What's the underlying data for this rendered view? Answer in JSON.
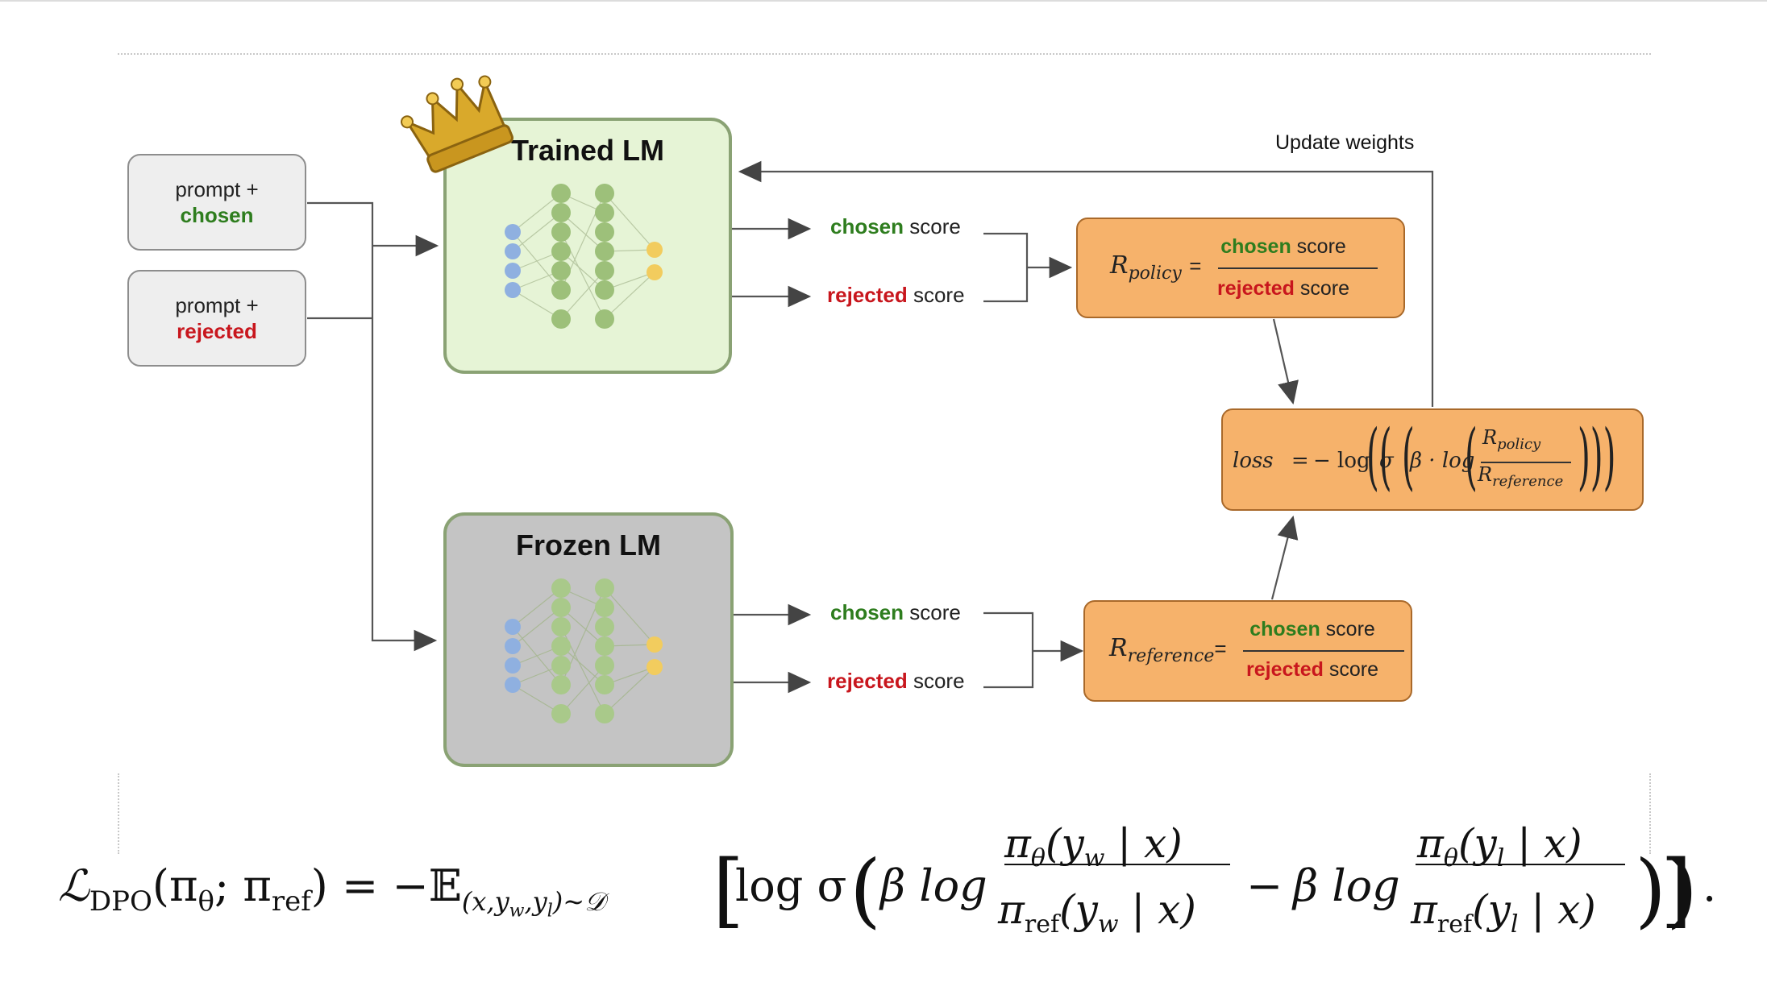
{
  "prompt_chosen": {
    "line1": "prompt +",
    "line2": "chosen"
  },
  "prompt_rejected": {
    "line1": "prompt +",
    "line2": "rejected"
  },
  "trained_lm": {
    "title": "Trained LM"
  },
  "frozen_lm": {
    "title": "Frozen LM"
  },
  "scores": {
    "chosen": "chosen",
    "rejected": "rejected",
    "score": "score"
  },
  "r_policy": {
    "symbol": "R",
    "subscript": "policy",
    "equals": "="
  },
  "r_reference": {
    "symbol": "R",
    "subscript": "reference",
    "equals": "="
  },
  "update_label": "Update weights",
  "loss_formula": {
    "lhs": "loss",
    "eq": "=",
    "minus_log": "− log",
    "sigma": "σ",
    "beta_log": "β · log",
    "num": "R",
    "num_sub": "policy",
    "den": "R",
    "den_sub": "reference"
  },
  "dpo_formula": {
    "lhs": "ℒ",
    "lhs_sub": "DPO",
    "args": "(π",
    "theta": "θ",
    "sep": "; π",
    "ref": "ref",
    "rpar": ")",
    "eq": "= −𝔼",
    "expect_sub": "(x,y",
    "w": "w",
    "comma_y": ",y",
    "l": "l",
    "dist": ")∼𝒟",
    "log_sigma": "log σ",
    "beta_log": "β log",
    "num_w": "π",
    "num_w_arg": "(y",
    "given_x": " | x)",
    "den_w": "π",
    "minus": "−",
    "period": "."
  },
  "colors": {
    "chosen": "#2e7d1e",
    "rejected": "#c8161d",
    "orange_fill": "#f6b26b",
    "trained_fill": "#e6f4d6",
    "frozen_fill": "#c4c4c4"
  }
}
